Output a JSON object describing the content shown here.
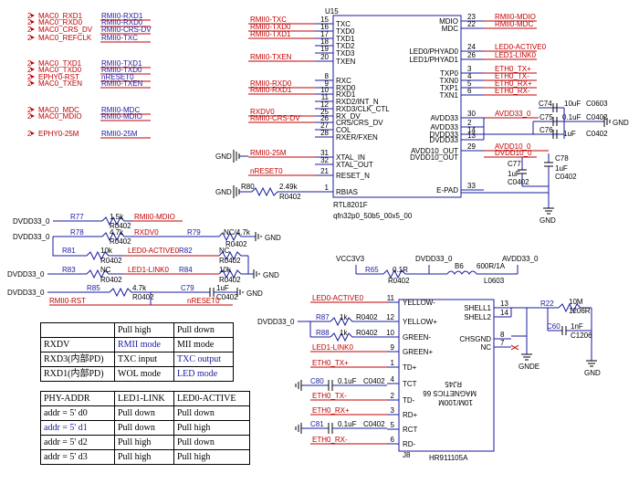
{
  "u15": {
    "ref": "U15",
    "part": "RTL8201F",
    "package": "qfn32p0_50b5_00x5_00",
    "left_pins": [
      {
        "pin": "15",
        "name": "TXC",
        "net": "RMII0-TXC"
      },
      {
        "pin": "16",
        "name": "TXD0",
        "net": "RMII0-TXD0"
      },
      {
        "pin": "17",
        "name": "TXD1",
        "net": "RMII0-TXD1"
      },
      {
        "pin": "18",
        "name": "TXD2",
        "net": ""
      },
      {
        "pin": "19",
        "name": "TXD3",
        "net": ""
      },
      {
        "pin": "20",
        "name": "TXEN",
        "net": "RMII0-TXEN"
      },
      {
        "pin": "8",
        "name": "RXC",
        "net": ""
      },
      {
        "pin": "9",
        "name": "RXD0",
        "net": "RMII0-RXD0"
      },
      {
        "pin": "10",
        "name": "RXD1",
        "net": "RMII0-RXD1"
      },
      {
        "pin": "11",
        "name": "RXD2/INT_N",
        "net": ""
      },
      {
        "pin": "12",
        "name": "RXD3/CLK_CTL",
        "net": ""
      },
      {
        "pin": "25",
        "name": "RX_DV",
        "net": "RXDV0"
      },
      {
        "pin": "26",
        "name": "CRS/CRS_DV",
        "net": "RMII0-CRS-DV"
      },
      {
        "pin": "27",
        "name": "COL",
        "net": ""
      },
      {
        "pin": "28",
        "name": "RXER/FXEN",
        "net": ""
      },
      {
        "pin": "31",
        "name": "XTAL_IN",
        "net": "RMII0-25M"
      },
      {
        "pin": "32",
        "name": "XTAL_OUT",
        "net": ""
      },
      {
        "pin": "21",
        "name": "RESET_N",
        "net": "nRESET0"
      },
      {
        "pin": "1",
        "name": "RBIAS",
        "net": ""
      }
    ],
    "right_pins": [
      {
        "pin": "23",
        "name": "MDIO",
        "net": "RMII0-MDIO"
      },
      {
        "pin": "22",
        "name": "MDC",
        "net": "RMII0-MDC"
      },
      {
        "pin": "24",
        "name": "LED0/PHYAD0",
        "net": "LED0-ACTIVE0"
      },
      {
        "pin": "26",
        "name": "LED1/PHYAD1",
        "net": "LED1-LINK0"
      },
      {
        "pin": "3",
        "name": "TXP0",
        "net": "ETH0_TX+"
      },
      {
        "pin": "4",
        "name": "TXN0",
        "net": "ETH0_TX-"
      },
      {
        "pin": "5",
        "name": "TXP1",
        "net": "ETH0_RX+"
      },
      {
        "pin": "6",
        "name": "TXN1",
        "net": "ETH0_RX-"
      },
      {
        "pin": "30",
        "name": "AVDD33",
        "net": "AVDD33_0"
      },
      {
        "pin": "2",
        "name": "AVDD33",
        "net": ""
      },
      {
        "pin": "14",
        "name": "DVDD33",
        "net": ""
      },
      {
        "pin": "13",
        "name": "DVDD33",
        "net": ""
      },
      {
        "pin": "29",
        "name": "AVDD10_OUT",
        "net": "AVDD10_0"
      },
      {
        "pin": "",
        "name": "DVDD10_OUT",
        "net": "DVDD10_0"
      },
      {
        "pin": "33",
        "name": "E-PAD",
        "net": ""
      }
    ]
  },
  "connector_labels": [
    {
      "num": "2",
      "name": "MAC0_RXD1",
      "net": "RMII0-RXD1"
    },
    {
      "num": "2",
      "name": "MAC0_RXD0",
      "net": "RMII0-RXD0"
    },
    {
      "num": "2",
      "name": "MAC0_CRS_DV",
      "net": "RMII0-CRS-DV"
    },
    {
      "num": "2",
      "name": "MAC0_REFCLK",
      "net": "RMII0-TXC"
    },
    {
      "num": "2",
      "name": "MAC0_TXD1",
      "net": "RMII0-TXD1"
    },
    {
      "num": "2",
      "name": "MAC0_TXD0",
      "net": "RMII0-TXD0"
    },
    {
      "num": "2",
      "name": "EPHY0-RST",
      "net": "nRESET0"
    },
    {
      "num": "2",
      "name": "MAC0_TXEN",
      "net": "RMII0-TXEN"
    },
    {
      "num": "2",
      "name": "MAC0_MDC",
      "net": "RMII0-MDC"
    },
    {
      "num": "2",
      "name": "MAC0_MDIO",
      "net": "RMII0-MDIO"
    },
    {
      "num": "2",
      "name": "EPHY0-25M",
      "net": "RMII0-25M"
    }
  ],
  "caps_right": [
    {
      "ref": "C74",
      "value": "10uF",
      "pkg": "C0603"
    },
    {
      "ref": "C75",
      "value": "0.1uF",
      "pkg": "C0402"
    },
    {
      "ref": "C76",
      "value": "1uF",
      "pkg": "C0402"
    },
    {
      "ref": "C77",
      "value": "1uF",
      "pkg": "C0402"
    },
    {
      "ref": "C78",
      "value": "1uF",
      "pkg": "C0402"
    }
  ],
  "rbias": {
    "ref": "R80",
    "value": "2.49k",
    "pkg": "R0402",
    "gnd": "GND"
  },
  "pull_resistors": [
    {
      "rail": "DVDD33_0",
      "ref": "R77",
      "value": "1.5k",
      "pkg": "R0402",
      "net": "RMII0-MDIO"
    },
    {
      "rail": "DVDD33_0",
      "ref": "R78",
      "value": "4.7k",
      "pkg": "R0402",
      "net": "RXDV0",
      "ref2": "R79",
      "value2": "NC/4.7k",
      "pkg2": "R0402"
    },
    {
      "rail": "",
      "ref": "R81",
      "value": "10k",
      "pkg": "R0402",
      "net": "LED0-ACTIVE0",
      "ref2": "R82",
      "value2": "NC",
      "pkg2": "R0402"
    },
    {
      "rail": "DVDD33_0",
      "ref": "R83",
      "value": "NC",
      "pkg": "R0402",
      "net": "LED1-LINK0",
      "ref2": "R84",
      "value2": "10k",
      "pkg2": "R0402"
    },
    {
      "rail": "DVDD33_0",
      "ref": "R85",
      "value": "4.7k",
      "pkg": "R0402",
      "net": "RMII0-RST",
      "ref2": "C79",
      "value2": "1uF",
      "pkg2": "C0402",
      "net2": "nRESET0"
    }
  ],
  "power_filter": {
    "in": "VCC3V3",
    "r": "R65",
    "r_value": "0.1R",
    "r_pkg": "R0402",
    "mid": "DVDD33_0",
    "l": "B6",
    "l_value": "600R/1A",
    "l_pkg": "L0603",
    "out": "AVDD33_0"
  },
  "j8": {
    "ref": "J8",
    "part": "HR911105A",
    "mag_text": [
      "10M/100M",
      "MAGNETICS 66",
      "RJ45"
    ],
    "left_pins": [
      {
        "pin": "11",
        "name": "YELLOW-",
        "net": "LED0-ACTIVE0"
      },
      {
        "pin": "12",
        "name": "YELLOW+",
        "net": ""
      },
      {
        "pin": "10",
        "name": "GREEN-",
        "net": ""
      },
      {
        "pin": "9",
        "name": "GREEN+",
        "net": "LED1-LINK0"
      },
      {
        "pin": "1",
        "name": "TD+",
        "net": "ETH0_TX+"
      },
      {
        "pin": "4",
        "name": "TCT",
        "net": ""
      },
      {
        "pin": "2",
        "name": "TD-",
        "net": "ETH0_TX-"
      },
      {
        "pin": "3",
        "name": "RD+",
        "net": "ETH0_RX+"
      },
      {
        "pin": "5",
        "name": "RCT",
        "net": ""
      },
      {
        "pin": "6",
        "name": "RD-",
        "net": "ETH0_RX-"
      }
    ],
    "right_pins": [
      {
        "pin": "13",
        "name": "SHELL1"
      },
      {
        "pin": "14",
        "name": "SHELL2"
      },
      {
        "pin": "8",
        "name": "CHSGND"
      },
      {
        "pin": "7",
        "name": "NC"
      }
    ],
    "shell_r": {
      "ref": "R22",
      "value": "10M",
      "pkg": "1206R"
    },
    "shell_c": {
      "ref": "C60",
      "value": "1nF",
      "pkg": "C1206"
    },
    "gnde": "GNDE",
    "led_r": [
      {
        "rail": "DVDD33_0",
        "ref": "R87",
        "value": "1k",
        "pkg": "R0402"
      },
      {
        "ref": "R88",
        "value": "1k",
        "pkg": "R0402"
      }
    ],
    "ct_caps": [
      {
        "ref": "C80",
        "value": "0.1uF",
        "pkg": "C0402"
      },
      {
        "ref": "C81",
        "value": "0.1uF",
        "pkg": "C0402"
      }
    ]
  },
  "mode_table": {
    "header": [
      "",
      "Pull high",
      "Pull down"
    ],
    "rows": [
      [
        "RXDV",
        "RMII mode",
        "MII mode"
      ],
      [
        "RXD3(内部PD)",
        "TXC input",
        "TXC output"
      ],
      [
        "RXD1(内部PD)",
        "WOL mode",
        "LED mode"
      ]
    ]
  },
  "addr_table": {
    "header": [
      "PHY-ADDR",
      "LED1-LINK",
      "LED0-ACTIVE"
    ],
    "rows": [
      [
        "addr = 5' d0",
        "Pull down",
        "Pull down"
      ],
      [
        "addr = 5' d1",
        "Pull down",
        "Pull high"
      ],
      [
        "addr = 5' d2",
        "Pull high",
        "Pull down"
      ],
      [
        "addr = 5' d3",
        "Pull high",
        "Pull high"
      ]
    ]
  },
  "gnd": "GND",
  "colors": {
    "net_red": "#c00000",
    "wire_blue": "#1a1aa0",
    "black": "#000000"
  }
}
